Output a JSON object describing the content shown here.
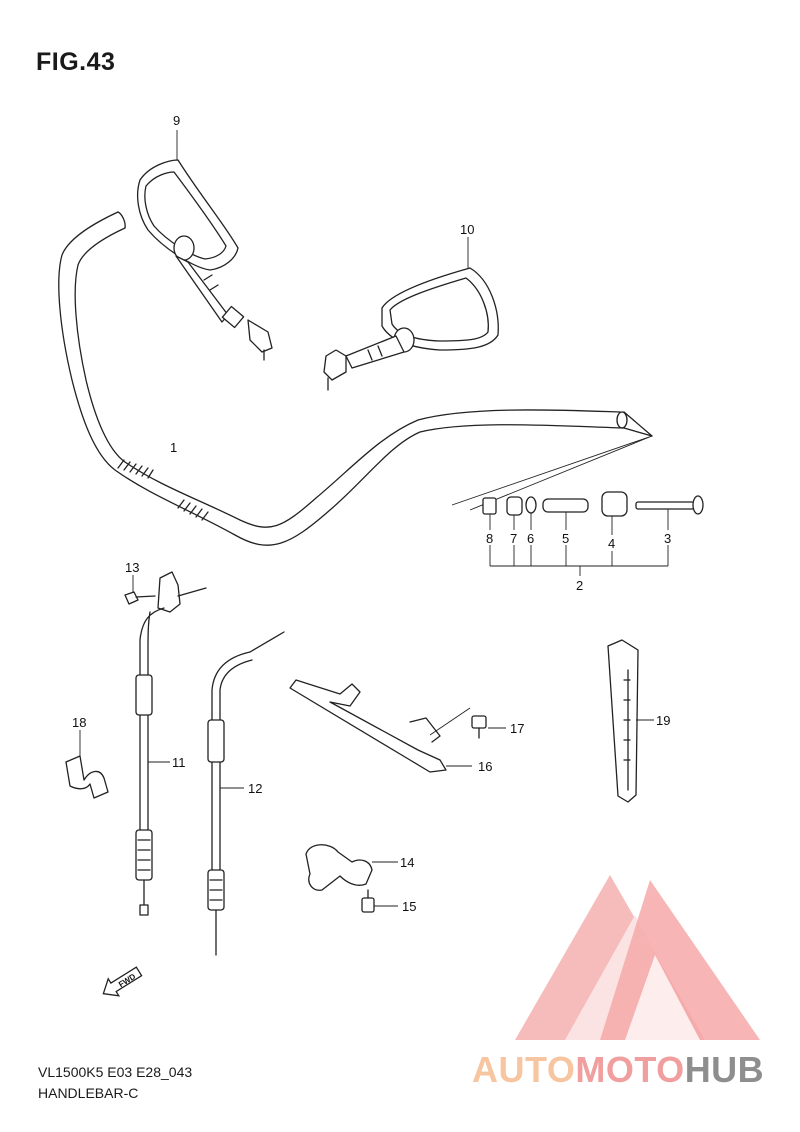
{
  "figure": {
    "title": "FIG.43",
    "model_code": "VL1500K5 E03 E28_043",
    "section_name": "HANDLEBAR-C"
  },
  "callouts": [
    {
      "id": "c1",
      "label": "1"
    },
    {
      "id": "c2",
      "label": "2"
    },
    {
      "id": "c3",
      "label": "3"
    },
    {
      "id": "c4",
      "label": "4"
    },
    {
      "id": "c5",
      "label": "5"
    },
    {
      "id": "c6",
      "label": "6"
    },
    {
      "id": "c7",
      "label": "7"
    },
    {
      "id": "c8",
      "label": "8"
    },
    {
      "id": "c9",
      "label": "9"
    },
    {
      "id": "c10",
      "label": "10"
    },
    {
      "id": "c11",
      "label": "11"
    },
    {
      "id": "c12",
      "label": "12"
    },
    {
      "id": "c13",
      "label": "13"
    },
    {
      "id": "c14",
      "label": "14"
    },
    {
      "id": "c15",
      "label": "15"
    },
    {
      "id": "c16",
      "label": "16"
    },
    {
      "id": "c17",
      "label": "17"
    },
    {
      "id": "c18",
      "label": "18"
    },
    {
      "id": "c19",
      "label": "19"
    }
  ],
  "direction_marker": "FWD",
  "watermark": {
    "part1": "AUTO",
    "part2": "MOTO",
    "part3": "HUB",
    "colors": {
      "auto": "#f7c6a0",
      "moto": "#f19e9e",
      "hub": "#8e8e8e",
      "logo": "#f28b8b"
    }
  }
}
